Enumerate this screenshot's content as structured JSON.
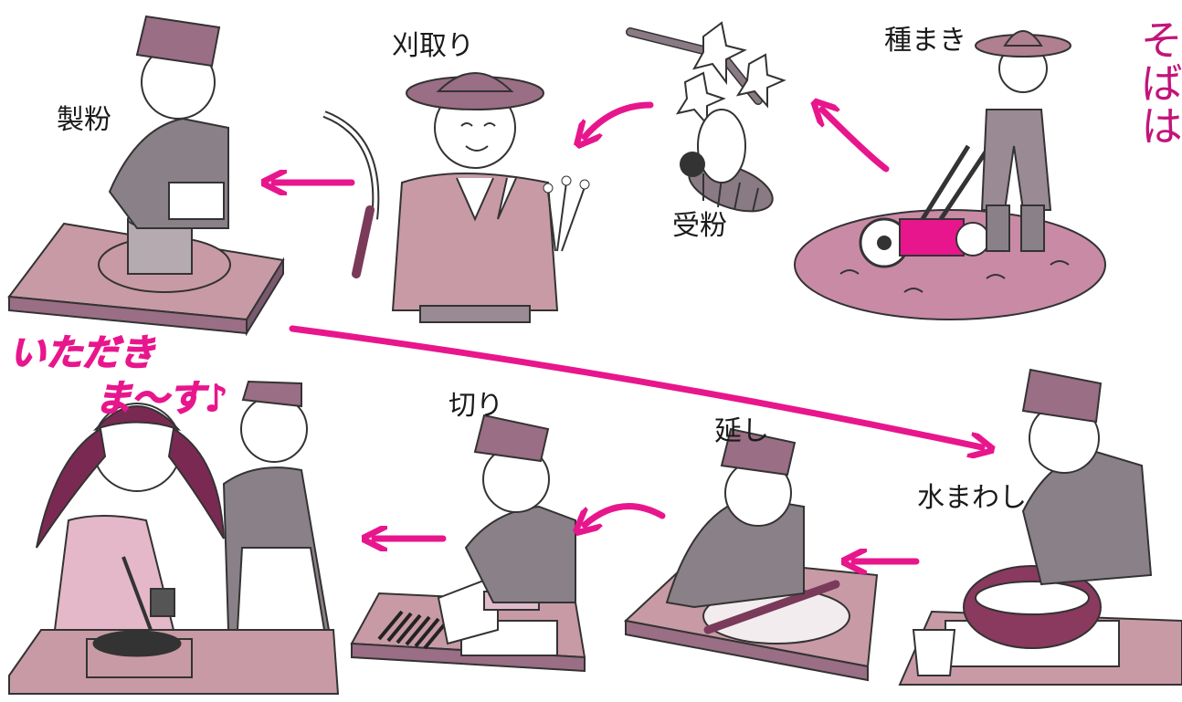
{
  "steps": {
    "sowing": "種まき",
    "pollination": "受粉",
    "harvest": "刈取り",
    "milling": "製粉",
    "water_mixing": "水まわし",
    "rolling": "延し",
    "cutting": "切り"
  },
  "exclaim": {
    "line1": "いただき",
    "line2": "ま〜す♪"
  },
  "side_text": "そばは"
}
